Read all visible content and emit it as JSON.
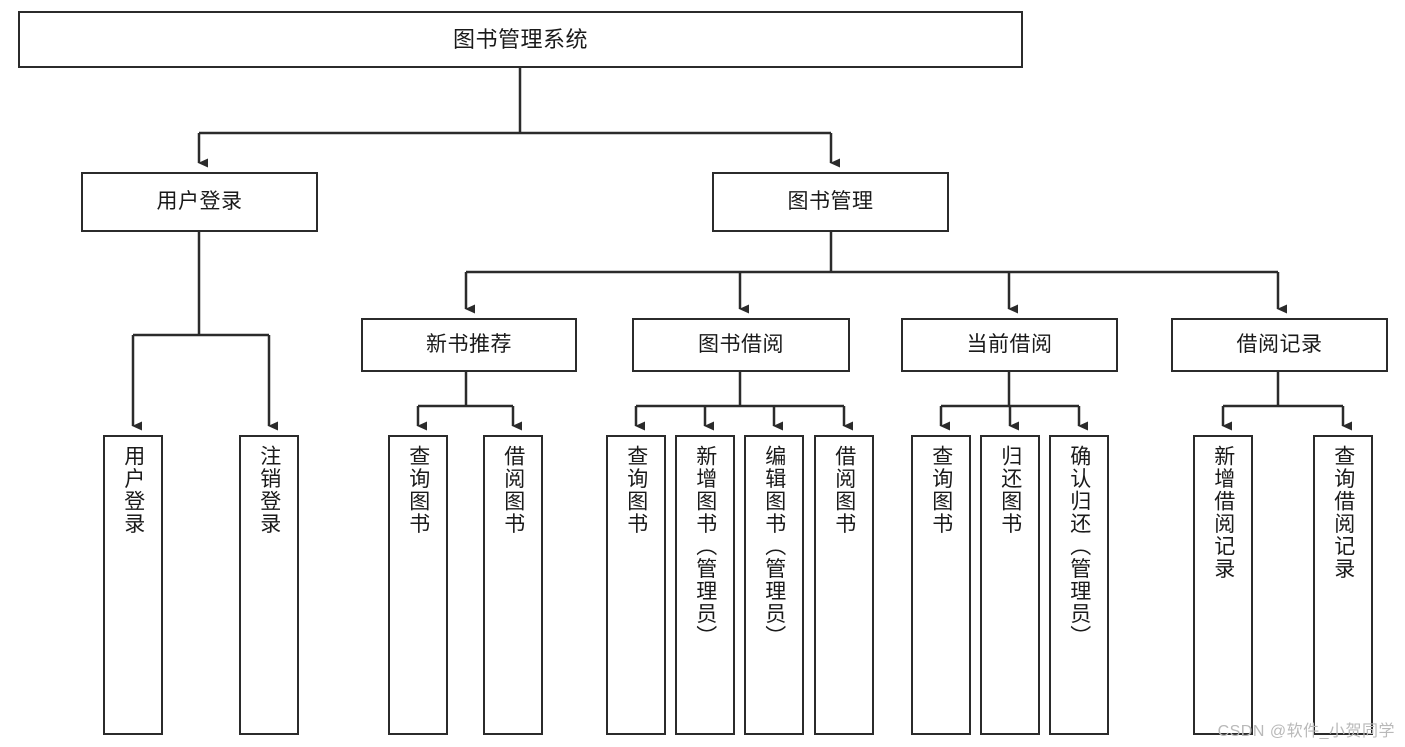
{
  "diagram": {
    "title": "图书管理系统",
    "watermark": "CSDN @软件_小贺同学",
    "stroke_color": "#2b2b2b",
    "background_color": "#ffffff",
    "text_color": "#1a1a1a",
    "watermark_color": "#b9b9b9"
  },
  "nodes": {
    "root": {
      "label": "图书管理系统"
    },
    "level2": [
      {
        "label": "用户登录"
      },
      {
        "label": "图书管理"
      }
    ],
    "level3": [
      {
        "label": "新书推荐"
      },
      {
        "label": "图书借阅"
      },
      {
        "label": "当前借阅"
      },
      {
        "label": "借阅记录"
      }
    ],
    "leaves": {
      "user_login": [
        {
          "label": "用户登录"
        },
        {
          "label": "注销登录"
        }
      ],
      "new_book_recommend": [
        {
          "label": "查询图书"
        },
        {
          "label": "借阅图书"
        }
      ],
      "book_borrow": [
        {
          "label": "查询图书"
        },
        {
          "label": "新增图书（管理员）"
        },
        {
          "label": "编辑图书（管理员）"
        },
        {
          "label": "借阅图书"
        }
      ],
      "current_borrow": [
        {
          "label": "查询图书"
        },
        {
          "label": "归还图书"
        },
        {
          "label": "确认归还（管理员）"
        }
      ],
      "borrow_records": [
        {
          "label": "新增借阅记录"
        },
        {
          "label": "查询借阅记录"
        }
      ]
    }
  }
}
